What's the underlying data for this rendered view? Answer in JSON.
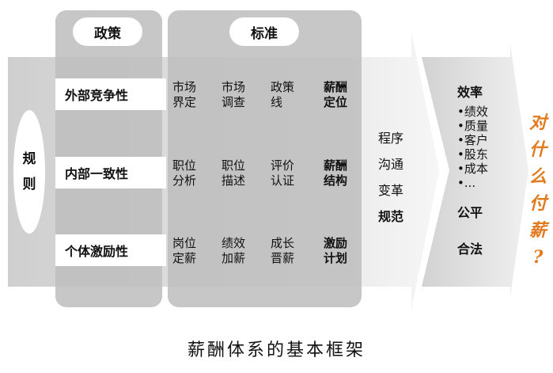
{
  "columns": {
    "policy": "政策",
    "standard": "标准"
  },
  "side_label": "规则",
  "rows": [
    {
      "label": "外部竞争性",
      "cells": [
        "市场\n界定",
        "市场\n调查",
        "政策\n线"
      ],
      "result": "薪酬\n定位"
    },
    {
      "label": "内部一致性",
      "cells": [
        "职位\n分析",
        "职位\n描述",
        "评价\n认证"
      ],
      "result": "薪酬\n结构"
    },
    {
      "label": "个体激励性",
      "cells": [
        "岗位\n定薪",
        "绩效\n加薪",
        "成长\n晋薪"
      ],
      "result": "激励\n计划"
    }
  ],
  "process": {
    "items": [
      "程序",
      "沟通",
      "变革"
    ],
    "bold": "规范"
  },
  "outcomes": {
    "efficiency_title": "效率",
    "efficiency_items": [
      "•绩效",
      "•质量",
      "•客户",
      "•股东",
      "•成本",
      "•..."
    ],
    "fairness": "公平",
    "legality": "合法"
  },
  "question": [
    "对",
    "什",
    "么",
    "付",
    "薪",
    "?"
  ],
  "caption": "薪酬体系的基本框架"
}
